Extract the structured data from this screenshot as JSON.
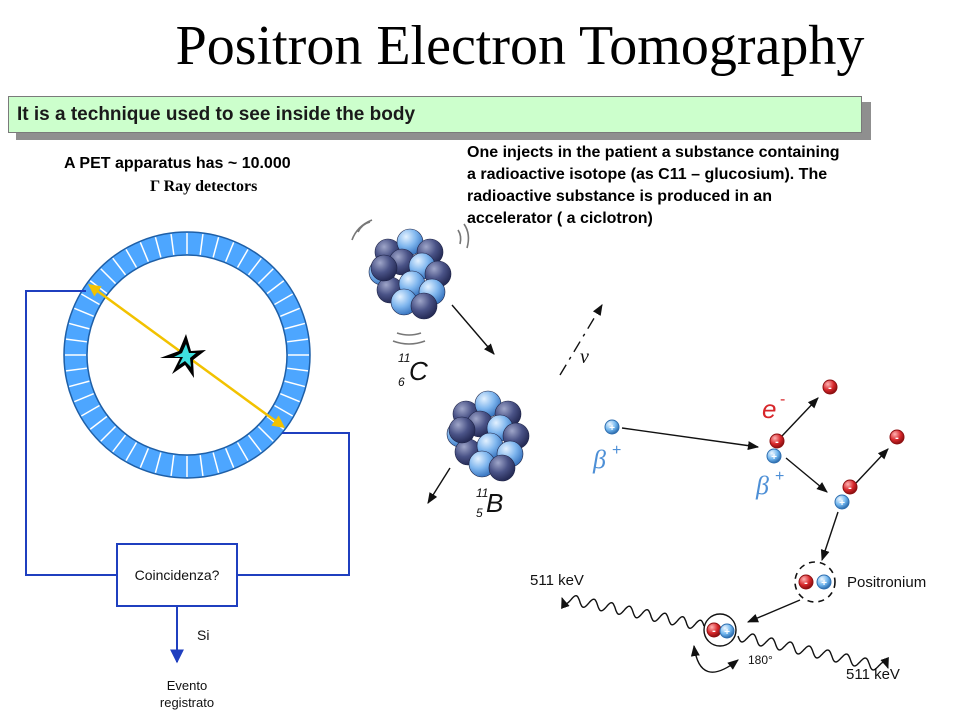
{
  "slide": {
    "title": "Positron Electron Tomography",
    "banner": "It is a technique used to see inside the body",
    "pet_caption": "A PET apparatus has  ~ 10.000",
    "ray_caption": "Γ Ray detectors",
    "injection_lines": [
      "One injects in the patient a substance containing",
      "a radioactive isotope (as C11 – glucosium). The",
      "radioactive substance is produced in an",
      "accelerator ( a ciclotron)"
    ]
  },
  "detector": {
    "box_label": "Coincidenza?",
    "yes_label": "Si",
    "result_line1": "Evento",
    "result_line2": "registrato"
  },
  "decay": {
    "carbon_mass": "11",
    "carbon_atomic": "6",
    "carbon_symbol": "C",
    "boron_mass": "11",
    "boron_atomic": "5",
    "boron_symbol": "B",
    "neutrino": "ν",
    "beta_plus": "β",
    "beta_plus_sup": "+",
    "electron": "e",
    "electron_sup": "-",
    "positronium": "Positronium",
    "energy_left": "511 keV",
    "energy_right": "511 keV",
    "angle": "180°"
  },
  "colors": {
    "banner_bg": "#ccffcc",
    "ring": "#4da6ff",
    "wire": "#1f3fbf",
    "gamma_line": "#f2c200",
    "electron": "#d7262a",
    "positron": "#6fb5ee",
    "beta_label": "#4d8fd6",
    "electron_label": "#d7262a"
  }
}
